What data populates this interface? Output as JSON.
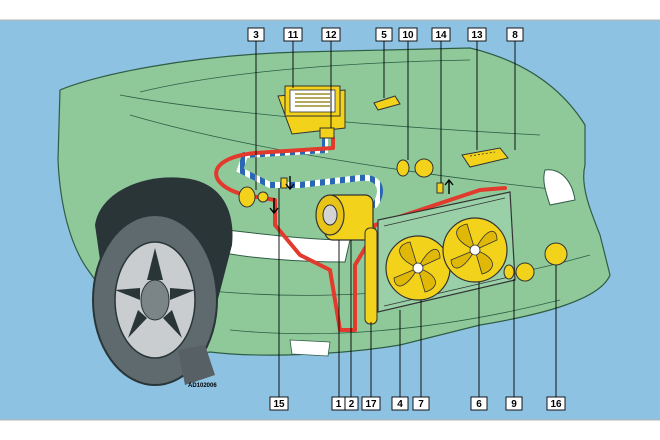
{
  "diagram": {
    "code": "AD102006",
    "colors": {
      "panel_bg": "#8ec2e3",
      "car_body": "#8fc99a",
      "car_outline": "#2f5d44",
      "refrigerant_high": "#e23a2c",
      "refrigerant_low_stripe": "#2b66b6",
      "component_yellow": "#f2d21b",
      "tire": "#5f6a6f"
    },
    "callouts": [
      {
        "id": "c3",
        "text": "3"
      },
      {
        "id": "c11",
        "text": "11"
      },
      {
        "id": "c12",
        "text": "12"
      },
      {
        "id": "c5",
        "text": "5"
      },
      {
        "id": "c10",
        "text": "10"
      },
      {
        "id": "c14",
        "text": "14"
      },
      {
        "id": "c13",
        "text": "13"
      },
      {
        "id": "c8",
        "text": "8"
      },
      {
        "id": "c15",
        "text": "15"
      },
      {
        "id": "c1",
        "text": "1"
      },
      {
        "id": "c2",
        "text": "2"
      },
      {
        "id": "c17",
        "text": "17"
      },
      {
        "id": "c4",
        "text": "4"
      },
      {
        "id": "c7",
        "text": "7"
      },
      {
        "id": "c6",
        "text": "6"
      },
      {
        "id": "c9",
        "text": "9"
      },
      {
        "id": "c16",
        "text": "16"
      }
    ]
  }
}
